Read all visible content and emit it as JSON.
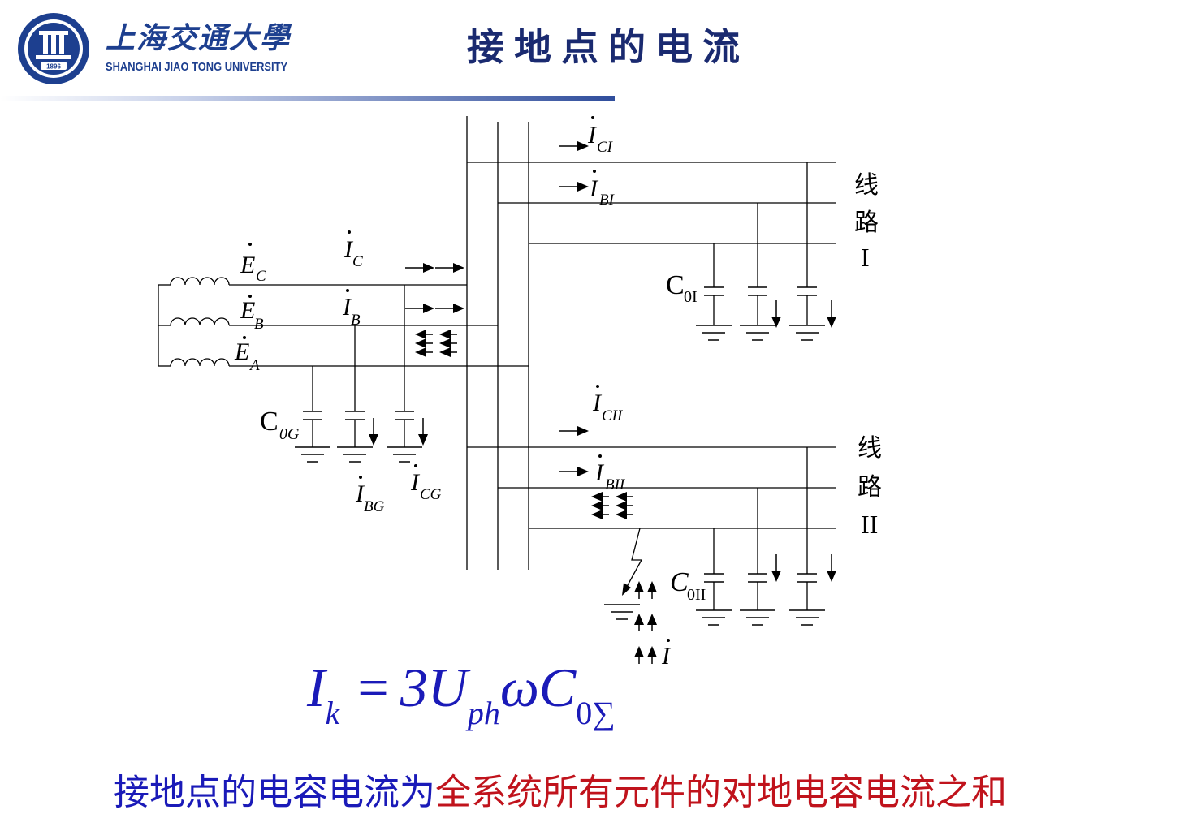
{
  "header": {
    "logo_cn": "上海交通大學",
    "logo_en": "SHANGHAI JIAO TONG UNIVERSITY",
    "logo_year": "1896",
    "title": "接地点的电流"
  },
  "diagram": {
    "sources": [
      {
        "symbol": "E",
        "sub": "C"
      },
      {
        "symbol": "E",
        "sub": "B"
      },
      {
        "symbol": "E",
        "sub": "A"
      }
    ],
    "currents": {
      "IC": {
        "symbol": "I",
        "sub": "C"
      },
      "IB": {
        "symbol": "I",
        "sub": "B"
      },
      "IBG": {
        "symbol": "I",
        "sub": "BG"
      },
      "ICG": {
        "symbol": "I",
        "sub": "CG"
      },
      "ICI": {
        "symbol": "I",
        "sub": "CI"
      },
      "IBI": {
        "symbol": "I",
        "sub": "BI"
      },
      "ICII": {
        "symbol": "I",
        "sub": "CII"
      },
      "IBII": {
        "symbol": "I",
        "sub": "BII"
      },
      "Ifault": {
        "symbol": "I",
        "sub": ""
      }
    },
    "capacitors": {
      "C0G": {
        "symbol": "C",
        "sub": "0G"
      },
      "C0I": {
        "symbol": "C",
        "sub": "0I"
      },
      "C0II": {
        "symbol": "C",
        "sub": "0II"
      }
    },
    "line1": {
      "ch1": "线",
      "ch2": "路",
      "num": "I"
    },
    "line2": {
      "ch1": "线",
      "ch2": "路",
      "num": "II"
    }
  },
  "formula": {
    "lhs": "I",
    "lhs_sub": "k",
    "eq": "=",
    "rhs": "3U",
    "rhs_sub": "ph",
    "rhs2": "ωC",
    "rhs2_sub": "0∑"
  },
  "caption": {
    "part1": "接地点的电容电流为",
    "part2": "全系统所有元件的对地电容电流之和"
  },
  "colors": {
    "title": "#1a2a70",
    "formula": "#1a1ab8",
    "caption_blue": "#1a1ab8",
    "caption_red": "#c0131c",
    "logo": "#1d3f8f"
  }
}
